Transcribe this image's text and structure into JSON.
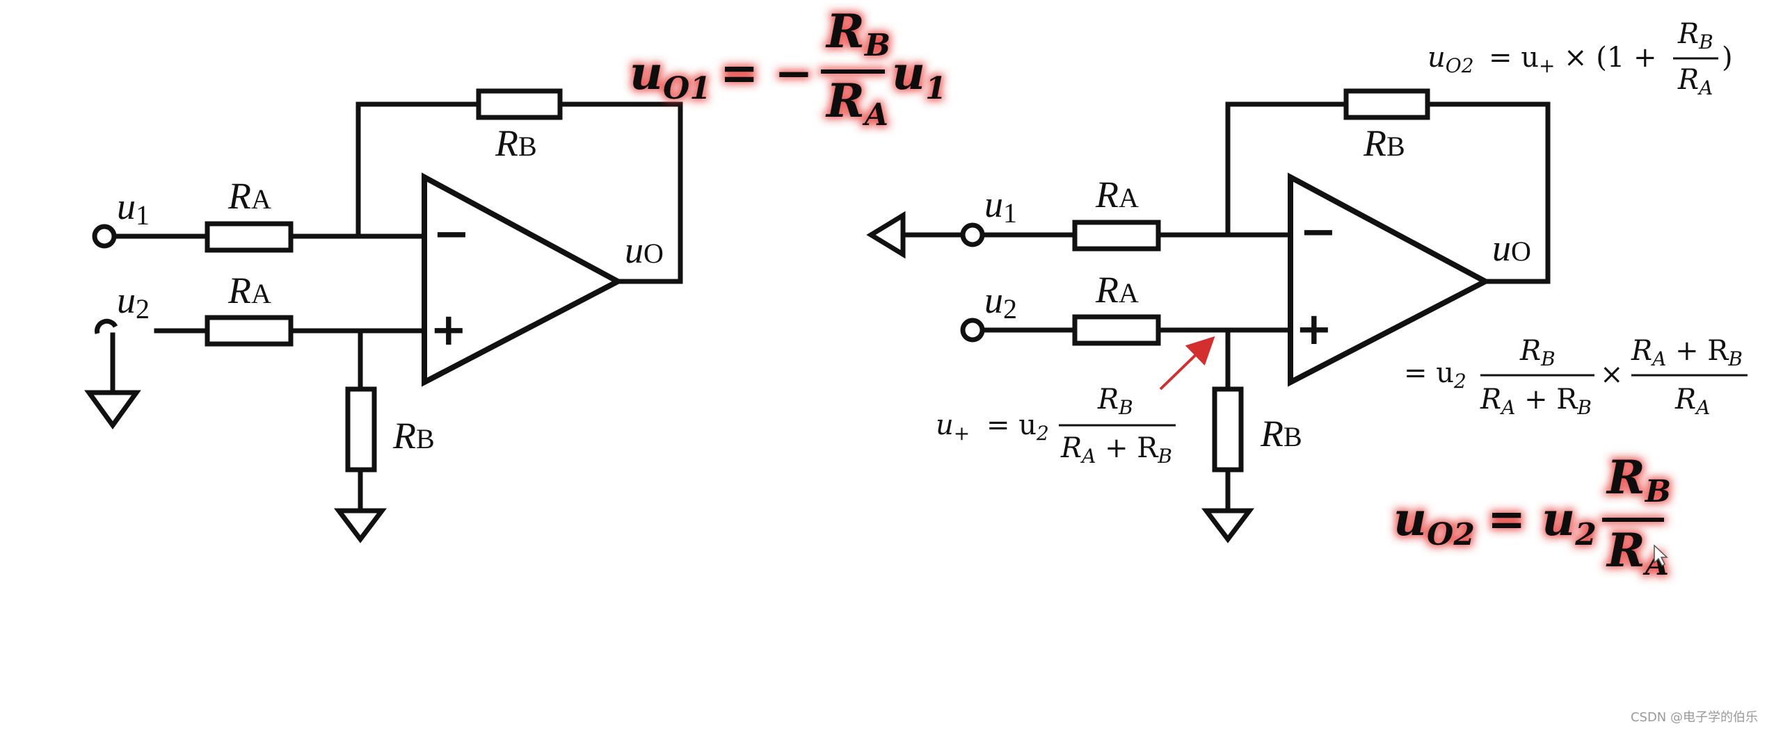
{
  "colors": {
    "ink": "#111111",
    "highlight": "#e53935",
    "arrow": "#d32f2f",
    "watermark": "#9a9a9a"
  },
  "labels": {
    "u1": "u",
    "u1_sub": "1",
    "u2": "u",
    "u2_sub": "2",
    "RA": "R",
    "RA_sub": "A",
    "RB": "R",
    "RB_sub": "B",
    "uO": "u",
    "uO_sub": "O",
    "minus": "−",
    "plus": "+"
  },
  "equations": {
    "uo1": {
      "lhs": "u",
      "lhs_sub": "O1",
      "eq": "= −",
      "num": "R",
      "num_sub": "B",
      "den": "R",
      "den_sub": "A",
      "tail": "u",
      "tail_sub": "1"
    },
    "uo2_top": {
      "lhs": "u",
      "lhs_sub": "O2",
      "mid": "= u",
      "mid_sub": "+",
      "times": "× (1 +",
      "num": "R",
      "num_sub": "B",
      "den": "R",
      "den_sub": "A",
      "close": ")"
    },
    "u_plus": {
      "lhs": "u",
      "lhs_sub": "+",
      "eq": "= u",
      "eq_sub": "2",
      "num": "R",
      "num_sub": "B",
      "den": "R",
      "den_sub": "A",
      "den_plus": " + R",
      "den_sub2": "B"
    },
    "uo2_expand": {
      "eq": "= u",
      "eq_sub": "2",
      "f1_num": "R",
      "f1_num_sub": "B",
      "f1_den": "R",
      "f1_den_sub": "A",
      "f1_den_plus": " + R",
      "f1_den_sub2": "B",
      "times": "×",
      "f2_num": "R",
      "f2_num_sub": "A",
      "f2_num_plus": " + R",
      "f2_num_sub2": "B",
      "f2_den": "R",
      "f2_den_sub": "A"
    },
    "uo2_result": {
      "lhs": "u",
      "lhs_sub": "O2",
      "eq": "= u",
      "eq_sub": "2",
      "num": "R",
      "num_sub": "B",
      "den": "R",
      "den_sub": "A"
    }
  },
  "watermark": "CSDN @电子学的伯乐"
}
